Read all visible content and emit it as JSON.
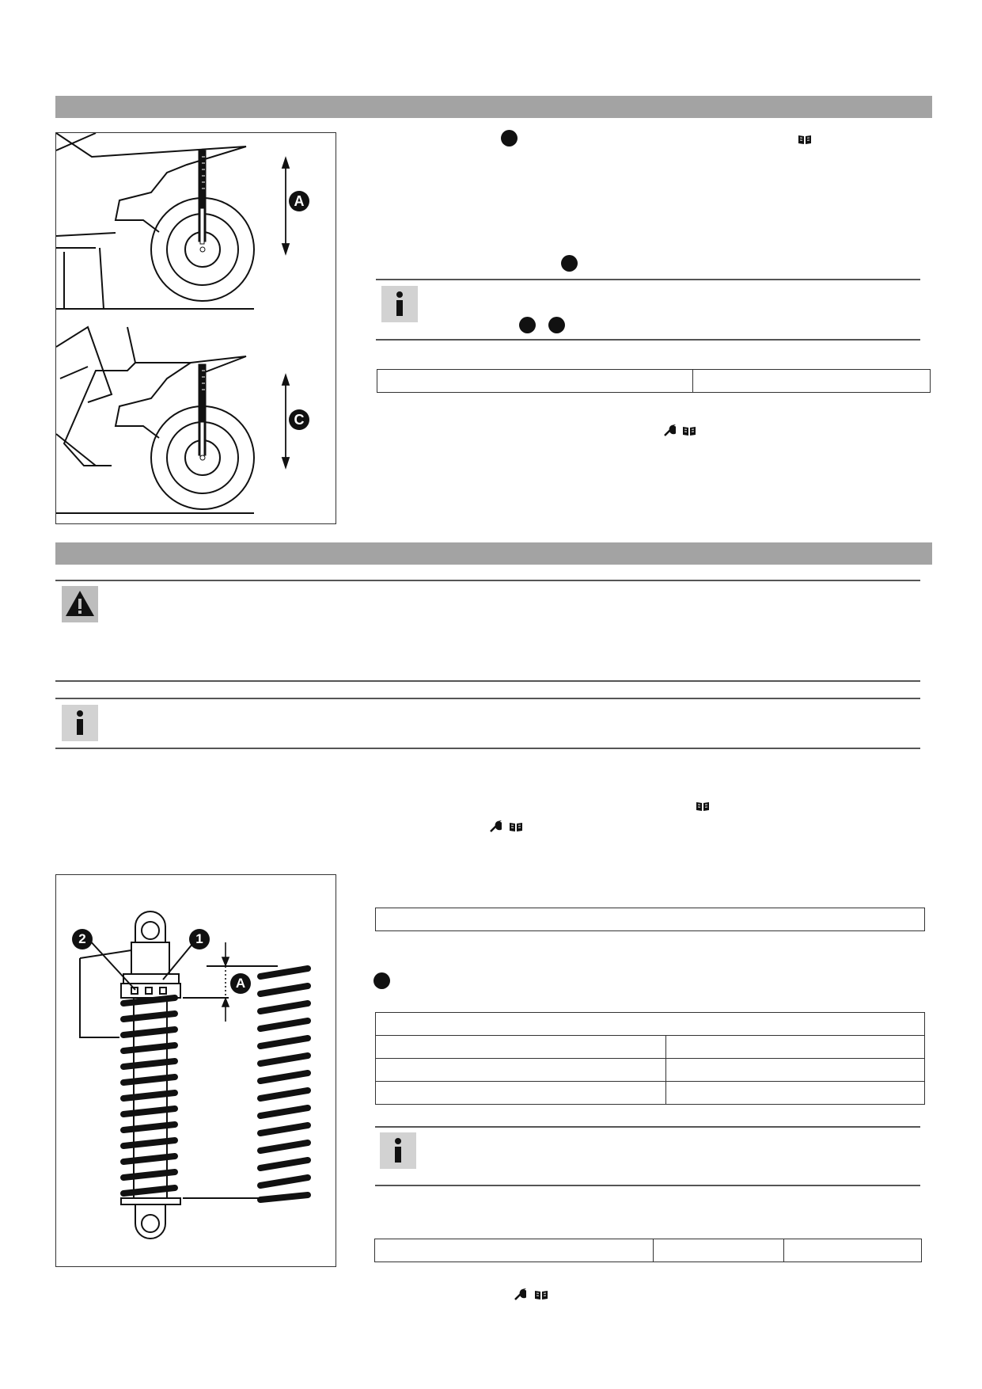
{
  "sections": [
    {
      "id": "rider-sag"
    },
    {
      "id": "spring-preload"
    }
  ],
  "figure1": {
    "labels": {
      "top": "A",
      "bottom": "C"
    }
  },
  "figure2": {
    "callouts": [
      "1",
      "2"
    ],
    "dimension_label": "A"
  },
  "tables": {
    "table1": {
      "rows": [
        [
          "",
          ""
        ]
      ]
    },
    "table2": {
      "rows": [
        [
          ""
        ]
      ]
    },
    "table3": {
      "header": [
        ""
      ],
      "rows": [
        [
          "",
          ""
        ],
        [
          "",
          ""
        ],
        [
          "",
          ""
        ]
      ]
    },
    "table4": {
      "rows": [
        [
          "",
          "",
          ""
        ]
      ]
    }
  },
  "icons": [
    "info-icon",
    "warning-icon",
    "manual-book-icon",
    "wrench-icon",
    "step-bullet-icon"
  ],
  "colors": {
    "section_bar": "#a3a3a3",
    "info_bg": "#d2d2d2",
    "warning_bg": "#bdbdbd"
  }
}
